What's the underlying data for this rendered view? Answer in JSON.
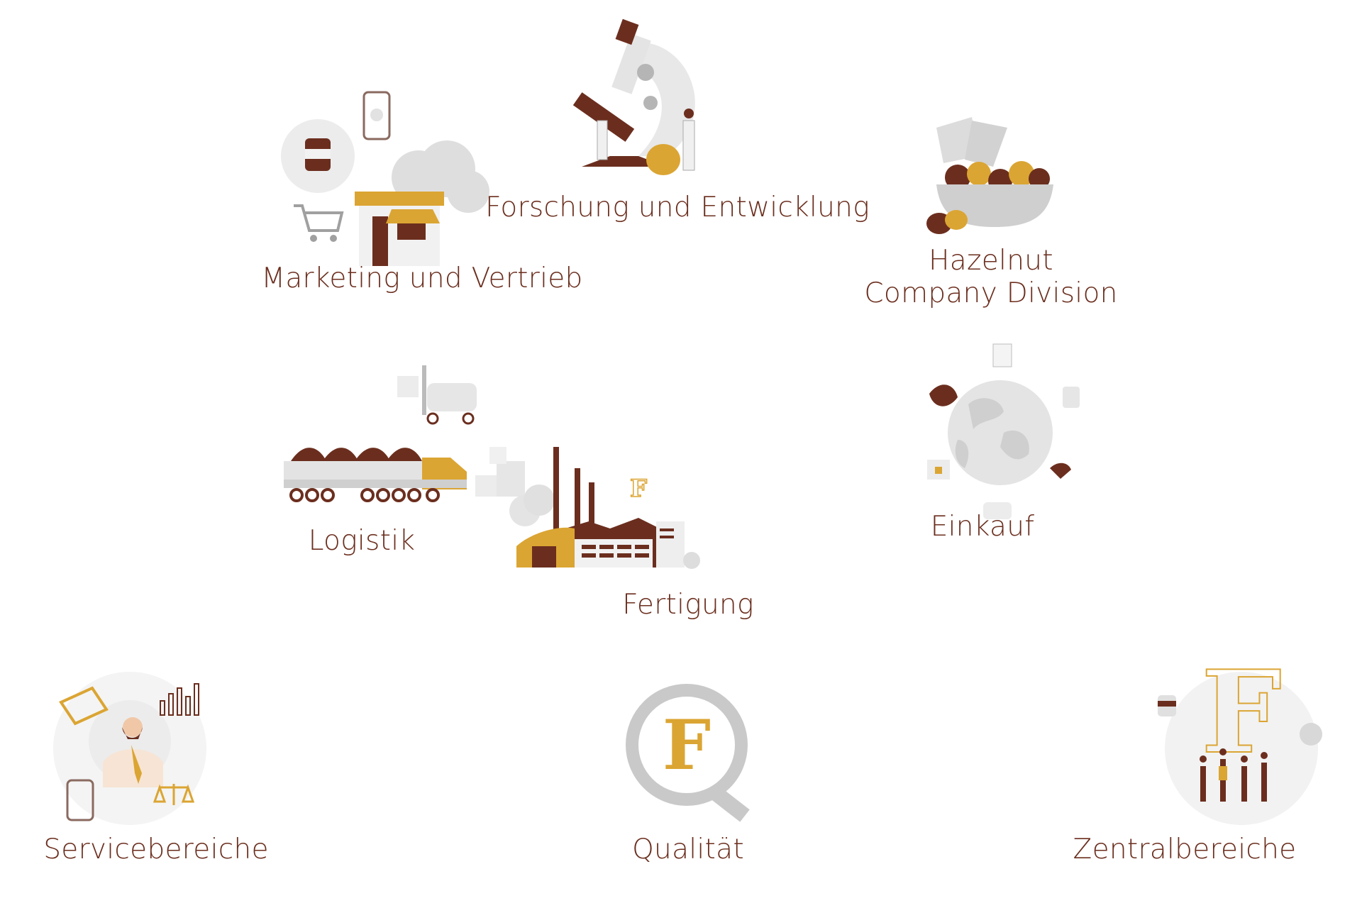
{
  "colors": {
    "brown": "#6b2e1e",
    "gold": "#dba533",
    "grey": "#c9c9c9",
    "light_grey": "#e8e8e8"
  },
  "sections": [
    {
      "id": "marketing",
      "label": "Marketing und Vertrieb",
      "icon": "shop-icon"
    },
    {
      "id": "research",
      "label": "Forschung und Entwicklung",
      "icon": "microscope-icon"
    },
    {
      "id": "hazelnut",
      "label_lines": [
        "Hazelnut",
        "Company Division"
      ],
      "icon": "hazelnut-basket-icon"
    },
    {
      "id": "logistics",
      "label": "Logistik",
      "icon": "truck-icon"
    },
    {
      "id": "production",
      "label": "Fertigung",
      "icon": "factory-icon"
    },
    {
      "id": "purchasing",
      "label": "Einkauf",
      "icon": "globe-icon"
    },
    {
      "id": "services",
      "label": "Servicebereiche",
      "icon": "person-icon"
    },
    {
      "id": "quality",
      "label": "Qualität",
      "icon": "quality-q-icon"
    },
    {
      "id": "central",
      "label": "Zentralbereiche",
      "icon": "team-logo-icon"
    }
  ]
}
